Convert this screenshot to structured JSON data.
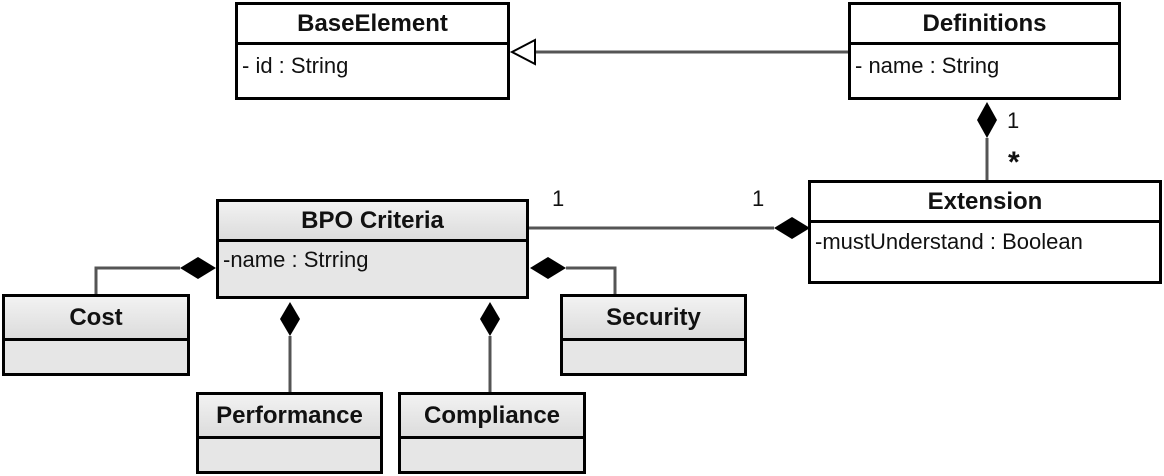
{
  "classes": {
    "base_element": {
      "name": "BaseElement",
      "attribute": "- id : String"
    },
    "definitions": {
      "name": "Definitions",
      "attribute": "- name : String"
    },
    "extension": {
      "name": "Extension",
      "attribute": "-mustUnderstand : Boolean"
    },
    "bpo_criteria": {
      "name": "BPO Criteria",
      "attribute": "-name : Strring"
    },
    "cost": {
      "name": "Cost"
    },
    "security": {
      "name": "Security"
    },
    "performance": {
      "name": "Performance"
    },
    "compliance": {
      "name": "Compliance"
    }
  },
  "multiplicities": {
    "definitions_end": "1",
    "extension_end": "*",
    "bpo_end": "1",
    "extension_bpo_end": "1"
  }
}
